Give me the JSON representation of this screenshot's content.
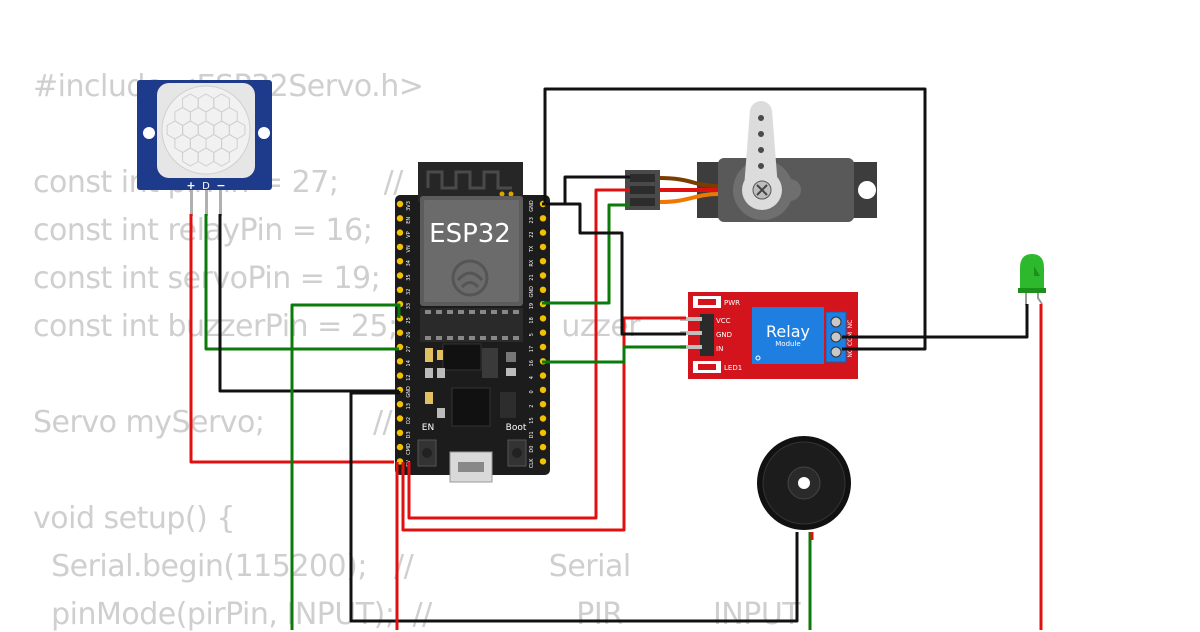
{
  "code_lines": [
    "#include <ESP32Servo.h>",
    "const int pirPin = 27;     //",
    "const int relayPin = 16;   //",
    "const int servoPin = 19;   //",
    "const int buzzerPin = 25;  //              uzzer",
    "Servo myServo;            //",
    "void setup() {",
    "  Serial.begin(115200);   //               Serial",
    "  pinMode(pirPin, INPUT);  //                PIR          INPUT"
  ],
  "components": {
    "pir": {
      "pin_labels": [
        "+",
        "D",
        "−"
      ]
    },
    "esp32": {
      "label": "ESP32",
      "left_pins": [
        "3V3",
        "EN",
        "VP",
        "VN",
        "34",
        "35",
        "32",
        "33",
        "25",
        "26",
        "27",
        "14",
        "12",
        "GND",
        "13",
        "D2",
        "D3",
        "CMD",
        "5V"
      ],
      "right_pins": [
        "GND",
        "23",
        "22",
        "TX",
        "RX",
        "21",
        "GND",
        "19",
        "18",
        "5",
        "17",
        "16",
        "4",
        "0",
        "2",
        "15",
        "D1",
        "D0",
        "CLK"
      ],
      "en_label": "EN",
      "boot_label": "Boot"
    },
    "relay": {
      "label": "Relay",
      "sublabel": "Module",
      "pin_labels": [
        "VCC",
        "GND",
        "IN"
      ],
      "pwr_label": "PWR",
      "led_label": "LED1",
      "terminal_labels": [
        "NC",
        "COM",
        "NO"
      ]
    }
  },
  "colors": {
    "wire_red": "#e01010",
    "wire_black": "#111111",
    "wire_green": "#0a7a0a",
    "pir_blue": "#1e3a8a",
    "relay_red": "#d4141c",
    "relay_blue": "#1e7fe0",
    "board_black": "#1c1c1c",
    "pin_gold": "#f2c200",
    "led_green": "#2eb82e"
  }
}
